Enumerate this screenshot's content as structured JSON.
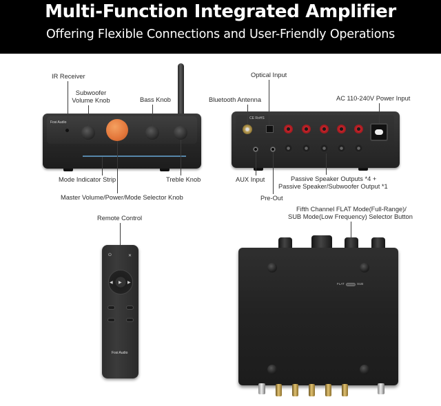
{
  "header": {
    "title": "Multi-Function Integrated Amplifier",
    "subtitle": "Offering Flexible Connections and User-Friendly Operations"
  },
  "front_labels": {
    "ir_receiver": "IR Receiver",
    "subwoofer_knob_line1": "Subwoofer",
    "subwoofer_knob_line2": "Volume Knob",
    "bass_knob": "Bass Knob",
    "mode_strip": "Mode Indicator Strip",
    "treble_knob": "Treble Knob",
    "master_knob": "Master Volume/Power/Mode Selector Knob"
  },
  "rear_labels": {
    "optical_input": "Optical Input",
    "bluetooth_antenna": "Bluetooth Antenna",
    "power_input": "AC 110-240V Power Input",
    "aux_input": "AUX Input",
    "speaker_outputs_line1": "Passive Speaker Outputs *4 +",
    "speaker_outputs_line2": "Passive Speaker/Subwoofer Output *1",
    "pre_out": "Pre-Out"
  },
  "remote_labels": {
    "remote_control": "Remote Control"
  },
  "top_labels": {
    "flat_sub_line1": "Fifth Channel FLAT Mode(Full-Range)/",
    "flat_sub_line2": "SUB Mode(Low Frequency) Selector Button",
    "switch_flat": "FLAT",
    "switch_sub": "SUB"
  },
  "brand": {
    "logo_text": "Fosi Audio"
  },
  "rear_marking": {
    "ce_mark": "CE RoHS"
  },
  "icons": {
    "power": "power-icon",
    "mute": "mute-icon",
    "play_pause": "play-pause-icon",
    "prev": "previous-icon",
    "next": "next-icon"
  },
  "colors": {
    "banner_bg": "#000000",
    "volume_knob": "#e3763a",
    "speaker_post_red": "#c8252b",
    "indicator_strip": "#6aa9d8"
  }
}
